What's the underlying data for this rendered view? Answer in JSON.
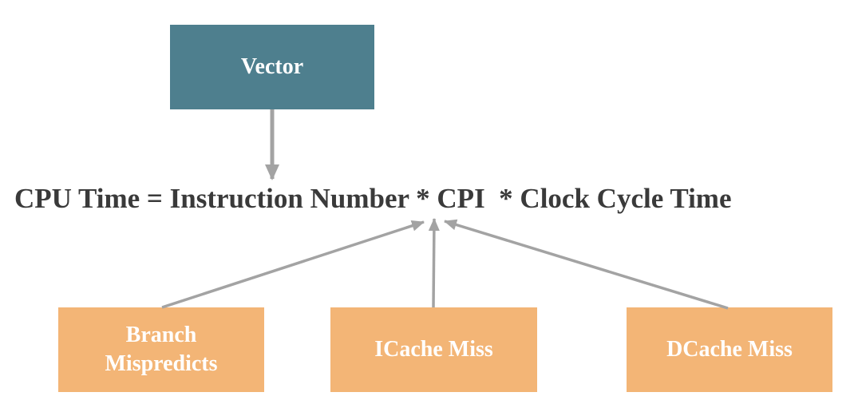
{
  "diagram": {
    "equation": {
      "text": "CPU Time = Instruction Number * CPI  * Clock Cycle Time",
      "text_color": "#3a3a3a"
    },
    "top_box": {
      "label": "Vector",
      "fill": "#4e7f8e",
      "text_color": "#ffffff"
    },
    "bottom_boxes": [
      {
        "label": "Branch Mispredicts",
        "fill": "#f3b576",
        "text_color": "#ffffff"
      },
      {
        "label": "ICache Miss",
        "fill": "#f3b576",
        "text_color": "#ffffff"
      },
      {
        "label": "DCache Miss",
        "fill": "#f3b576",
        "text_color": "#ffffff"
      }
    ],
    "arrows": {
      "color": "#a3a3a3",
      "items": [
        {
          "from": "Vector",
          "to": "CPU Time equation"
        },
        {
          "from": "Branch Mispredicts",
          "to": "CPI"
        },
        {
          "from": "ICache Miss",
          "to": "CPI"
        },
        {
          "from": "DCache Miss",
          "to": "CPI"
        }
      ]
    }
  }
}
